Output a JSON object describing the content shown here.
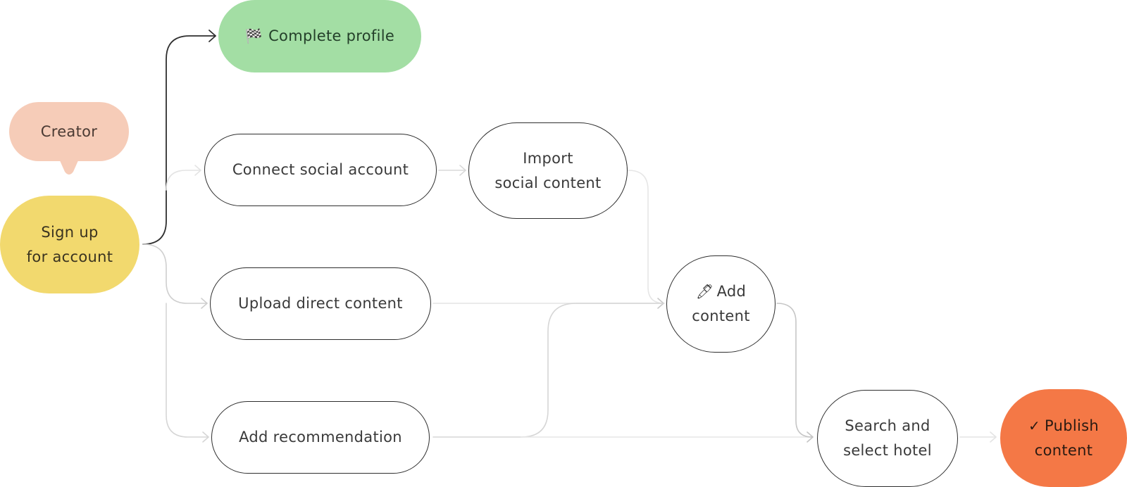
{
  "colors": {
    "signup": "#f2d96e",
    "creator": "#f6ccb8",
    "complete_profile": "#a3dea4",
    "publish": "#f47846",
    "edge_dark": "#2f2f2f",
    "edge_light": "#d9d9d9",
    "edge_mid": "#c6c6c6",
    "border": "#2e2e2e"
  },
  "nodes": {
    "creator": {
      "label": "Creator"
    },
    "signup": {
      "line1": "Sign up",
      "line2": "for account"
    },
    "complete_profile": {
      "icon": "checkered-flag-icon",
      "glyph": "🏁",
      "label": "Complete profile"
    },
    "connect_social": {
      "label": "Connect social account"
    },
    "import_social": {
      "line1": "Import",
      "line2": "social content"
    },
    "upload_direct": {
      "label": "Upload direct content"
    },
    "add_recommendation": {
      "label": "Add recommendation"
    },
    "add_content": {
      "icon": "pen-icon",
      "glyph": "🖊",
      "line1": "Add",
      "line2": "content"
    },
    "search_hotel": {
      "line1": "Search and",
      "line2": "select hotel"
    },
    "publish": {
      "icon": "checkmark-icon",
      "glyph": "✓",
      "line1": "Publish",
      "line2": "content"
    }
  }
}
